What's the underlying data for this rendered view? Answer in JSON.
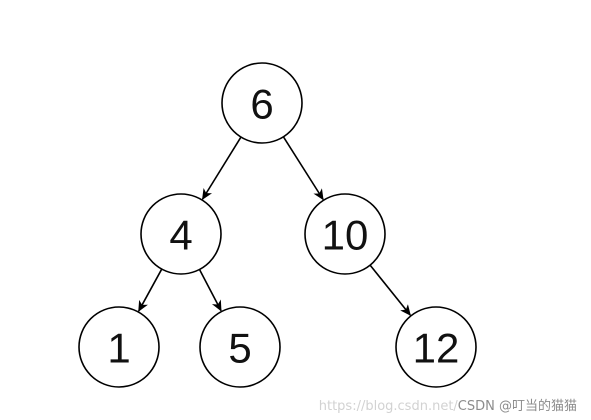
{
  "tree": {
    "nodes": [
      {
        "id": "n6",
        "label": "6"
      },
      {
        "id": "n4",
        "label": "4"
      },
      {
        "id": "n10",
        "label": "10"
      },
      {
        "id": "n1",
        "label": "1"
      },
      {
        "id": "n5",
        "label": "5"
      },
      {
        "id": "n12",
        "label": "12"
      }
    ],
    "edges": [
      {
        "from": "n6",
        "to": "n4"
      },
      {
        "from": "n6",
        "to": "n10"
      },
      {
        "from": "n4",
        "to": "n1"
      },
      {
        "from": "n4",
        "to": "n5"
      },
      {
        "from": "n10",
        "to": "n12"
      }
    ]
  },
  "colors": {
    "stroke": "#000000",
    "node_fill": "#ffffff",
    "text": "#111111",
    "background": "#ffffff"
  },
  "watermark": {
    "url_text": "https://blog.csdn.net/",
    "brand_text": "CSDN @叮当的猫猫"
  }
}
